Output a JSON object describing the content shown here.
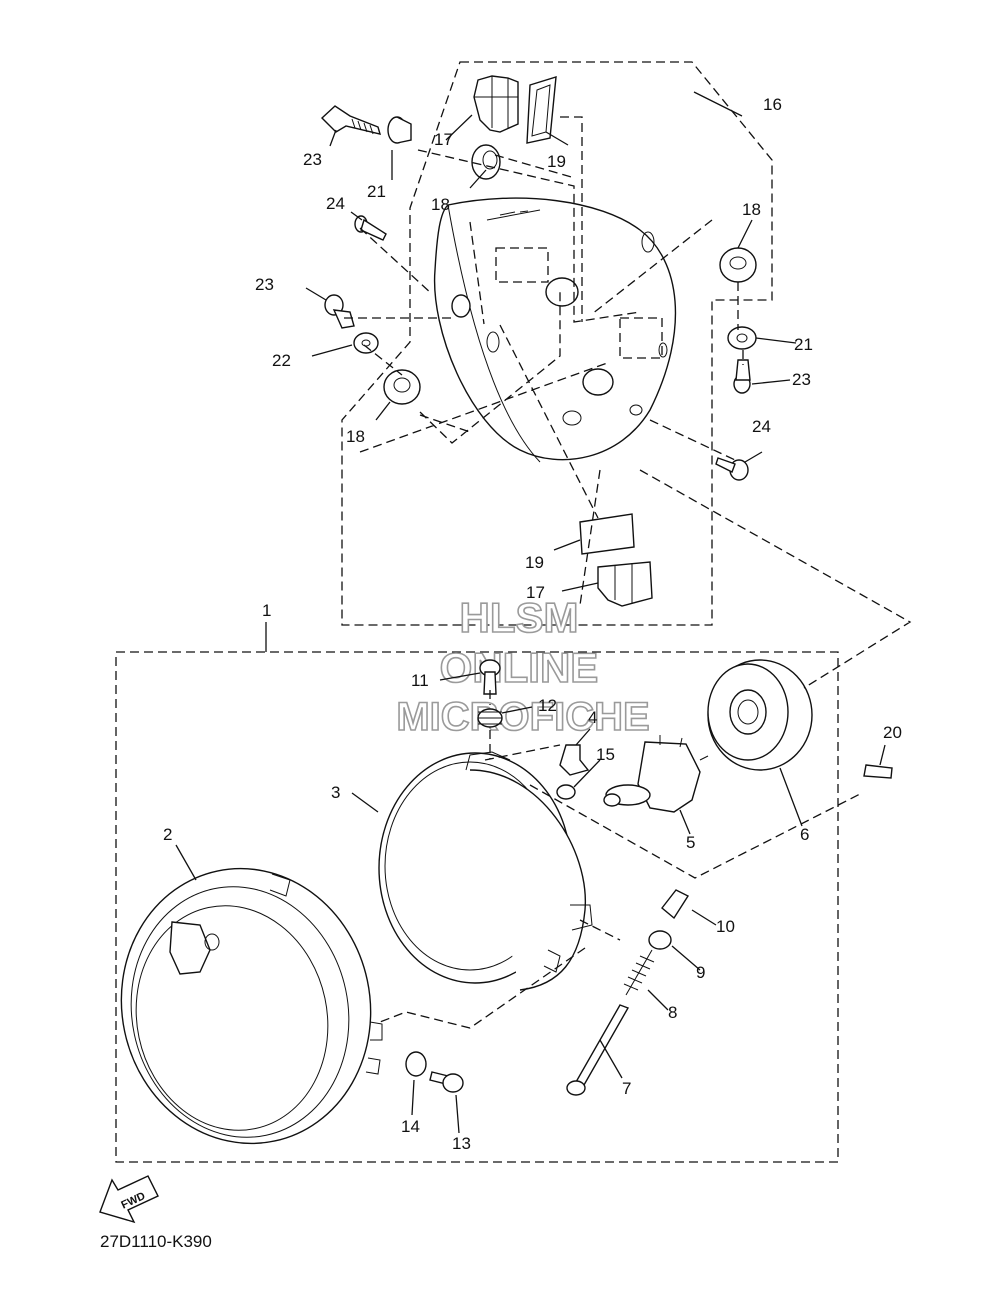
{
  "diagram_code": "27D1110-K390",
  "fwd_label": "FWD",
  "watermark": {
    "line1": "HLSM",
    "line2": "ONLINE",
    "line3": "MICROFICHE"
  },
  "labels": [
    {
      "id": "l1",
      "text": "1"
    },
    {
      "id": "l2",
      "text": "2"
    },
    {
      "id": "l3",
      "text": "3"
    },
    {
      "id": "l4",
      "text": "4"
    },
    {
      "id": "l5",
      "text": "5"
    },
    {
      "id": "l6",
      "text": "6"
    },
    {
      "id": "l7",
      "text": "7"
    },
    {
      "id": "l8",
      "text": "8"
    },
    {
      "id": "l9",
      "text": "9"
    },
    {
      "id": "l10",
      "text": "10"
    },
    {
      "id": "l11",
      "text": "11"
    },
    {
      "id": "l12",
      "text": "12"
    },
    {
      "id": "l13",
      "text": "13"
    },
    {
      "id": "l14",
      "text": "14"
    },
    {
      "id": "l15",
      "text": "15"
    },
    {
      "id": "l16",
      "text": "16"
    },
    {
      "id": "l17a",
      "text": "17"
    },
    {
      "id": "l17b",
      "text": "17"
    },
    {
      "id": "l18a",
      "text": "18"
    },
    {
      "id": "l18b",
      "text": "18"
    },
    {
      "id": "l18c",
      "text": "18"
    },
    {
      "id": "l19a",
      "text": "19"
    },
    {
      "id": "l19b",
      "text": "19"
    },
    {
      "id": "l20",
      "text": "20"
    },
    {
      "id": "l21a",
      "text": "21"
    },
    {
      "id": "l21b",
      "text": "21"
    },
    {
      "id": "l22",
      "text": "22"
    },
    {
      "id": "l23a",
      "text": "23"
    },
    {
      "id": "l23b",
      "text": "23"
    },
    {
      "id": "l23c",
      "text": "23"
    },
    {
      "id": "l24a",
      "text": "24"
    },
    {
      "id": "l24b",
      "text": "24"
    }
  ]
}
